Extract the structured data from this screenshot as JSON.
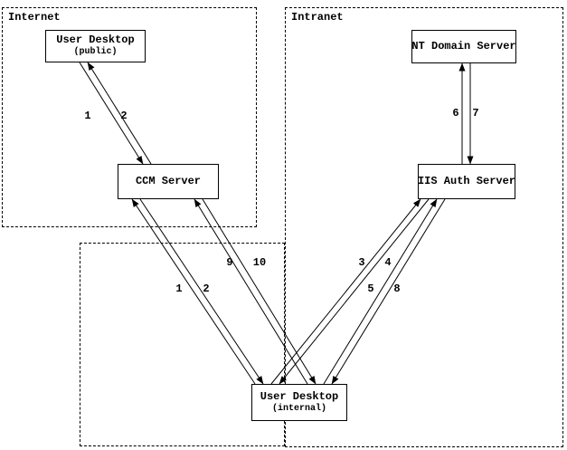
{
  "zones": {
    "internet": {
      "label": "Internet"
    },
    "intranet": {
      "label": "Intranet"
    },
    "internal": {
      "label": ""
    }
  },
  "nodes": {
    "user_desktop_public": {
      "title": "User Desktop",
      "subtitle": "(public)"
    },
    "ccm_server": {
      "title": "CCM Server"
    },
    "nt_domain_server": {
      "title": "NT Domain Server"
    },
    "iis_auth_server": {
      "title": "IIS Auth Server"
    },
    "user_desktop_internal": {
      "title": "User Desktop",
      "subtitle": "(internal)"
    }
  },
  "edges": [
    {
      "label": "1",
      "from": "user-desktop-public",
      "to": "ccm-server"
    },
    {
      "label": "2",
      "from": "ccm-server",
      "to": "user-desktop-public"
    },
    {
      "label": "6",
      "from": "iis-auth-server",
      "to": "nt-domain-server"
    },
    {
      "label": "7",
      "from": "nt-domain-server",
      "to": "iis-auth-server"
    },
    {
      "label": "1",
      "from": "user-desktop-internal",
      "to": "ccm-server"
    },
    {
      "label": "2",
      "from": "ccm-server",
      "to": "user-desktop-internal"
    },
    {
      "label": "9",
      "from": "user-desktop-internal",
      "to": "ccm-server"
    },
    {
      "label": "10",
      "from": "ccm-server",
      "to": "user-desktop-internal"
    },
    {
      "label": "3",
      "from": "user-desktop-internal",
      "to": "iis-auth-server"
    },
    {
      "label": "4",
      "from": "iis-auth-server",
      "to": "user-desktop-internal"
    },
    {
      "label": "5",
      "from": "user-desktop-internal",
      "to": "iis-auth-server"
    },
    {
      "label": "8",
      "from": "iis-auth-server",
      "to": "user-desktop-internal"
    }
  ],
  "colors": {
    "line": "#000000",
    "background": "#ffffff"
  }
}
